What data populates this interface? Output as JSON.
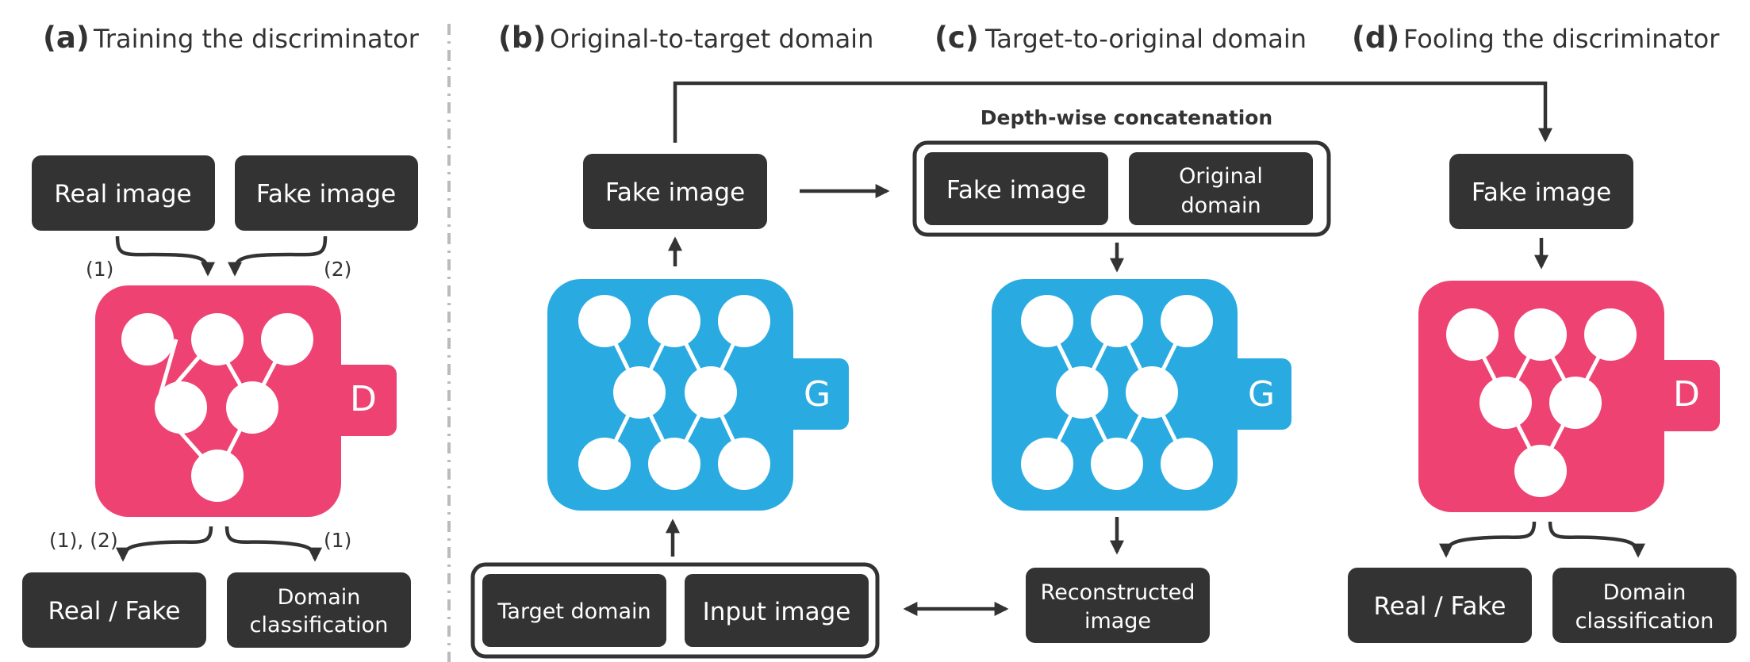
{
  "panels": {
    "a": {
      "tag": "(a)",
      "title": "Training the discriminator",
      "real_image": "Real image",
      "fake_image": "Fake image",
      "label_1_left": "(1)",
      "label_2_right": "(2)",
      "net_letter": "D",
      "label_out_left": "(1), (2)",
      "label_out_right": "(1)",
      "out_real_fake": "Real / Fake",
      "out_domain_1": "Domain",
      "out_domain_2": "classification"
    },
    "b": {
      "tag": "(b)",
      "title": "Original-to-target domain",
      "fake_image": "Fake image",
      "net_letter": "G",
      "target_domain": "Target domain",
      "input_image": "Input image"
    },
    "c": {
      "tag": "(c)",
      "title": "Target-to-original domain",
      "concat_label": "Depth-wise concatenation",
      "fake_image": "Fake image",
      "orig_domain_1": "Original",
      "orig_domain_2": "domain",
      "net_letter": "G",
      "recon_1": "Reconstructed",
      "recon_2": "image"
    },
    "d": {
      "tag": "(d)",
      "title": "Fooling the discriminator",
      "fake_image": "Fake image",
      "net_letter": "D",
      "out_real_fake": "Real / Fake",
      "out_domain_1": "Domain",
      "out_domain_2": "classification"
    }
  },
  "colors": {
    "discriminator": "#EE4372",
    "generator": "#29ABE2",
    "box": "#333333",
    "divider": "#BBBBBB"
  }
}
